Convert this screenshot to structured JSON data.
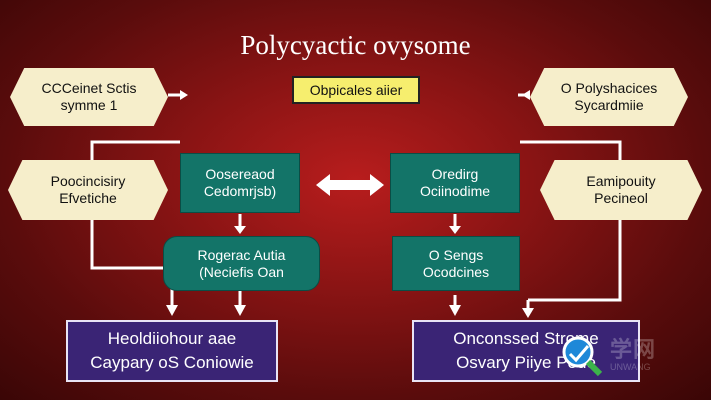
{
  "title": "Polycyactic ovysome",
  "center_label": "Obpicales aiier",
  "left_top_hex": [
    "CCCeinet Sctis",
    "symme 1"
  ],
  "right_top_hex": [
    "O Polyshacices",
    "Sycardmiie"
  ],
  "left_mid_hex": [
    "Poocincisiry",
    "Efvetiche"
  ],
  "right_mid_hex": [
    "Eamipouity",
    "Pecineol"
  ],
  "teal_left_top": [
    "Oosereaod",
    "Cedomrjsb)"
  ],
  "teal_right_top": [
    "Oredirg",
    "Ociinodime"
  ],
  "teal_left_round": [
    "Rogerac Autia",
    "(Neciefis Oan"
  ],
  "teal_right_mid": [
    "O Sengs",
    "Ocodcines"
  ],
  "purple_left": [
    "Heoldiiohour aae",
    "Caypary oS Coniowie"
  ],
  "purple_right": [
    "Onconssed Strome",
    "Osvary Piiye Pode"
  ],
  "watermark": {
    "cn": "学网",
    "en": "UNWANG",
    "icon": "magnifier-logo-icon"
  },
  "colors": {
    "background": "#8a1414",
    "hex_fill": "#f6eecb",
    "teal_fill": "#137468",
    "purple_fill": "#3a2475",
    "label_fill": "#f6ee6e"
  }
}
